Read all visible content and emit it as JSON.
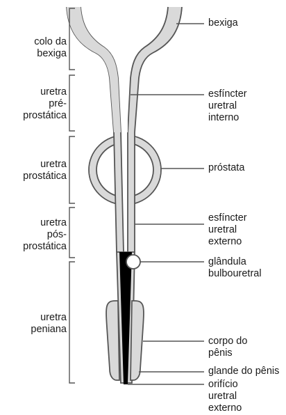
{
  "diagram": {
    "left_labels": [
      {
        "key": "colo",
        "lines": [
          "colo da",
          "bexiga"
        ]
      },
      {
        "key": "preprost",
        "lines": [
          "uretra",
          "pré-",
          "prostática"
        ]
      },
      {
        "key": "prost",
        "lines": [
          "uretra",
          "prostática"
        ]
      },
      {
        "key": "posprost",
        "lines": [
          "uretra",
          "pós-",
          "prostática"
        ]
      },
      {
        "key": "peniana",
        "lines": [
          "uretra",
          "peniana"
        ]
      }
    ],
    "right_labels": [
      {
        "key": "bexiga",
        "lines": [
          "bexiga"
        ]
      },
      {
        "key": "esf_int",
        "lines": [
          "esfíncter",
          "uretral",
          "interno"
        ]
      },
      {
        "key": "prostata",
        "lines": [
          "próstata"
        ]
      },
      {
        "key": "esf_ext",
        "lines": [
          "esfíncter",
          "uretral",
          "externo"
        ]
      },
      {
        "key": "bulbo",
        "lines": [
          "glândula",
          "bulbouretral"
        ]
      },
      {
        "key": "corpo",
        "lines": [
          "corpo do",
          "pênis"
        ]
      },
      {
        "key": "glande",
        "lines": [
          "glande do pênis"
        ]
      },
      {
        "key": "orificio",
        "lines": [
          "orifício",
          "uretral",
          "externo"
        ]
      }
    ]
  }
}
